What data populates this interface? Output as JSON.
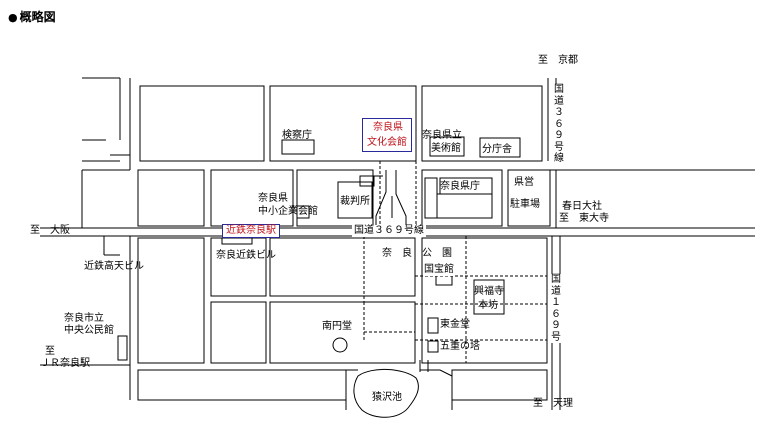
{
  "title": "概略図",
  "directions": {
    "kyoto": "至　京都",
    "osaka": "至　大阪",
    "tenri": "至　天理",
    "higashiosaka": "至　東大寺",
    "jr_to": "至",
    "jr_station": "ＪＲ奈良駅"
  },
  "routes": {
    "r369_horizontal": "国道３６９号線",
    "r369_vertical": "国道３６９号線",
    "r169_vertical": "国道１６９号"
  },
  "places": {
    "kensatsucho": "検察庁",
    "bunka_kaikan_line1": "奈良県",
    "bunka_kaikan_line2": "文化会館",
    "bijutsukan_line1": "奈良県立",
    "bijutsukan_line2": "美術館",
    "bunchosha": "分庁舎",
    "kenchou": "奈良県庁",
    "kenei_line1": "県営",
    "kenei_line2": "駐車場",
    "kasuga": "春日大社",
    "chusho_line1": "奈良県",
    "chusho_line2": "中小企業会館",
    "saibansho": "裁判所",
    "kintetsu_station": "近鉄奈良駅",
    "kintetsu_building": "奈良近鉄ビル",
    "kintetsu_takaten": "近鉄高天ビル",
    "nara_koen": "奈　良　公　園",
    "kokuhokan": "国宝館",
    "kofukuji_line1": "興福寺",
    "kofukuji_line2": "本坊",
    "chuo_line1": "奈良市立",
    "chuo_line2": "中央公民館",
    "nanendo": "南円堂",
    "tokondo": "東金堂",
    "gojunoto": "五重の塔",
    "sarusawa": "猿沢池"
  },
  "colors": {
    "road_line": "#000000",
    "highlight_text": "#c0141c",
    "highlight_border": "#2a2a9a"
  }
}
